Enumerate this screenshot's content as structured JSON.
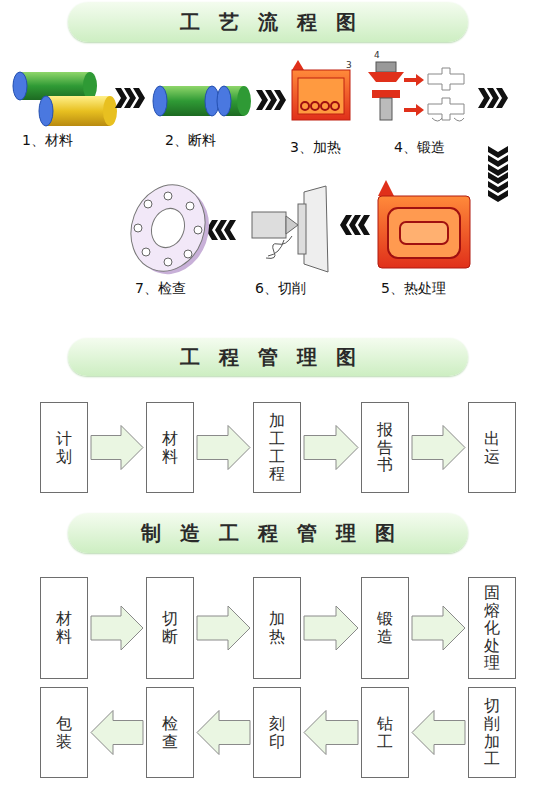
{
  "diagram": {
    "nodes": [
      {
        "text": [
          "工 艺 流 程 图"
        ]
      },
      {
        "text": [
          "工 程 管 理 图"
        ]
      },
      {
        "text": [
          "计划"
        ]
      },
      {
        "text": [
          "材料"
        ]
      },
      {
        "text": [
          "加工工程"
        ]
      },
      {
        "text": [
          "报告书"
        ]
      },
      {
        "text": [
          "出运"
        ]
      },
      {
        "text": [
          "制 造 工 程 管 理 图"
        ]
      },
      {
        "text": [
          "材料"
        ]
      },
      {
        "text": [
          "切断"
        ]
      },
      {
        "text": [
          "加热"
        ]
      },
      {
        "text": [
          "锻造"
        ]
      },
      {
        "text": [
          "固熔化处理"
        ]
      },
      {
        "text": [
          "切削加工"
        ]
      },
      {
        "text": [
          "钻工"
        ]
      },
      {
        "text": [
          "刻印"
        ]
      },
      {
        "text": [
          "检查"
        ]
      },
      {
        "text": [
          "包装"
        ]
      }
    ],
    "edges": [
      {
        "from": 2,
        "to": 3,
        "arrow": "to"
      },
      {
        "from": 3,
        "to": 4,
        "arrow": "to"
      },
      {
        "from": 4,
        "to": 5,
        "arrow": "to"
      },
      {
        "from": 5,
        "to": 6,
        "arrow": "to"
      },
      {
        "from": 8,
        "to": 9,
        "arrow": "to"
      },
      {
        "from": 9,
        "to": 10,
        "arrow": "to"
      },
      {
        "from": 10,
        "to": 11,
        "arrow": "to"
      },
      {
        "from": 11,
        "to": 12,
        "arrow": "to"
      },
      {
        "from": 13,
        "to": 14,
        "arrow": "to"
      },
      {
        "from": 14,
        "to": 15,
        "arrow": "to"
      },
      {
        "from": 15,
        "to": 16,
        "arrow": "to"
      },
      {
        "from": 16,
        "to": 17,
        "arrow": "to"
      }
    ],
    "labels": [
      "1、材料",
      "2、断料",
      "3",
      "4",
      "3、加热",
      "4、锻造",
      "5、热处理",
      "6、切削",
      "7、检查"
    ]
  }
}
